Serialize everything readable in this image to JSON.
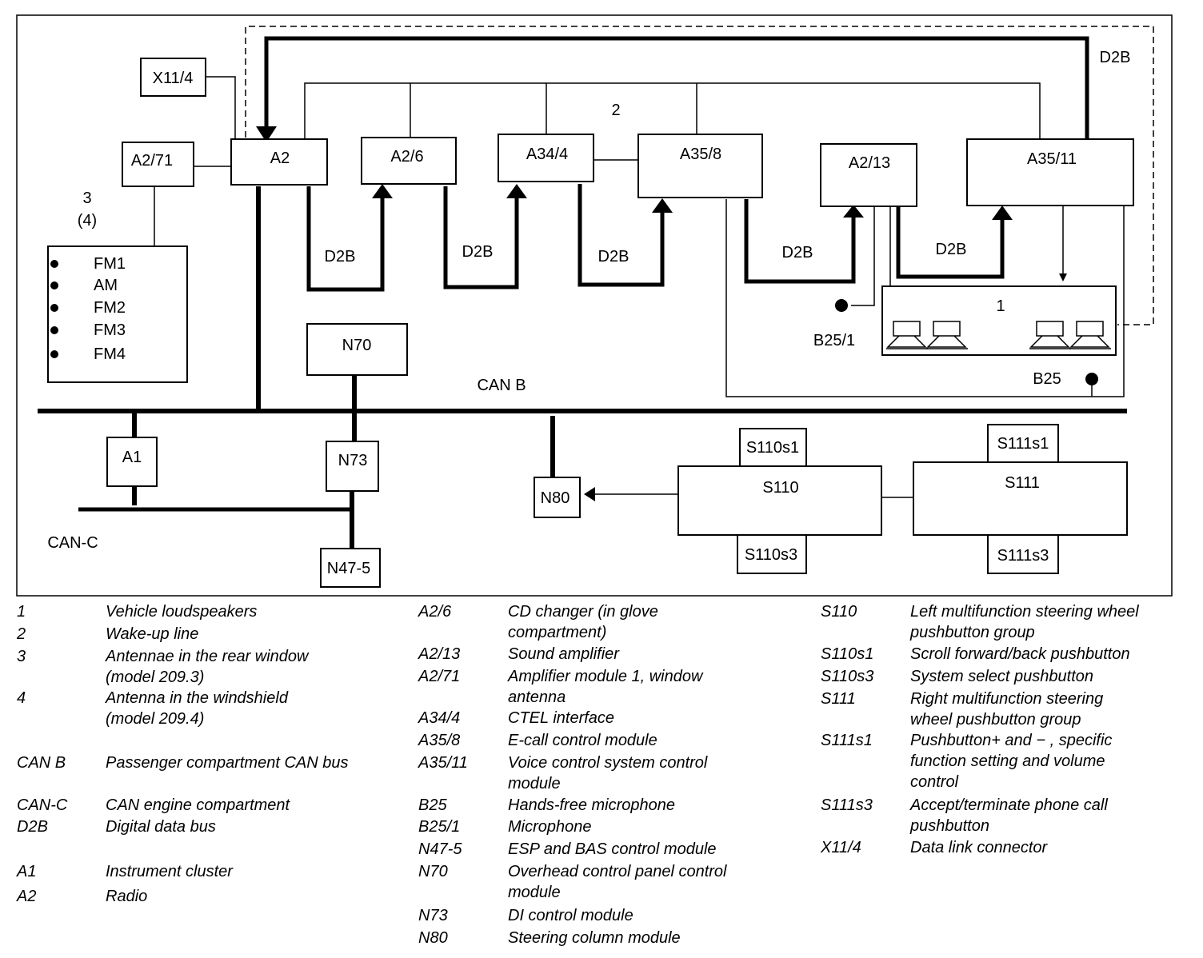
{
  "diagram": {
    "bus_labels": {
      "can_b": "CAN B",
      "can_c": "CAN-C",
      "wake": "2",
      "d2b": "D2B"
    },
    "components": {
      "x11_4": "X11/4",
      "a2_71": "A2/71",
      "a2": "A2",
      "a2_6": "A2/6",
      "a34_4": "A34/4",
      "a35_8": "A35/8",
      "a2_13": "A2/13",
      "a35_11": "A35/11",
      "n70": "N70",
      "a1": "A1",
      "n73": "N73",
      "n47_5": "N47-5",
      "n80": "N80",
      "s110": "S110",
      "s110s1": "S110s1",
      "s110s3": "S110s3",
      "s111": "S111",
      "s111s1": "S111s1",
      "s111s3": "S111s3",
      "speakers": "1",
      "b25": "B25",
      "b25_1": "B25/1"
    },
    "antenna_label": {
      "line1": "3",
      "line2": "(4)"
    },
    "antenna_bands": [
      "FM1",
      "AM",
      "FM2",
      "FM3",
      "FM4"
    ]
  },
  "legend": {
    "col1": [
      {
        "key": "1",
        "desc": "Vehicle loudspeakers"
      },
      {
        "key": "2",
        "desc": "Wake-up line"
      },
      {
        "key": "3",
        "desc": "Antennae in the rear window (model 209.3)"
      },
      {
        "key": "4",
        "desc": "Antenna in the windshield (model 209.4)"
      },
      {
        "key": "CAN B",
        "desc": "Passenger compartment CAN bus"
      },
      {
        "key": "CAN-C",
        "desc": "CAN engine compartment"
      },
      {
        "key": "D2B",
        "desc": "Digital data bus"
      },
      {
        "key": "A1",
        "desc": "Instrument cluster"
      },
      {
        "key": "A2",
        "desc": "Radio"
      }
    ],
    "col2": [
      {
        "key": "A2/6",
        "desc": "CD changer (in glove compartment)"
      },
      {
        "key": "A2/13",
        "desc": "Sound amplifier"
      },
      {
        "key": "A2/71",
        "desc": "Amplifier module 1, window antenna"
      },
      {
        "key": "A34/4",
        "desc": "CTEL interface"
      },
      {
        "key": "A35/8",
        "desc": "E-call control module"
      },
      {
        "key": "A35/11",
        "desc": "Voice control system control module"
      },
      {
        "key": "B25",
        "desc": "Hands-free microphone"
      },
      {
        "key": "B25/1",
        "desc": "Microphone"
      },
      {
        "key": "N47-5",
        "desc": "ESP and BAS control module"
      },
      {
        "key": "N70",
        "desc": "Overhead control panel control module"
      },
      {
        "key": "N73",
        "desc": "DI control module"
      },
      {
        "key": "N80",
        "desc": "Steering column module"
      }
    ],
    "col3": [
      {
        "key": "S110",
        "desc": "Left multifunction steering wheel pushbutton group"
      },
      {
        "key": "S110s1",
        "desc": "Scroll forward/back pushbutton"
      },
      {
        "key": "S110s3",
        "desc": "System select pushbutton"
      },
      {
        "key": "S111",
        "desc": "Right multifunction steering wheel pushbutton group"
      },
      {
        "key": "S111s1",
        "desc": "Pushbutton+ and − , specific function setting and volume control"
      },
      {
        "key": "S111s3",
        "desc": "Accept/terminate phone call pushbutton"
      },
      {
        "key": "X11/4",
        "desc": "Data link connector"
      }
    ]
  }
}
